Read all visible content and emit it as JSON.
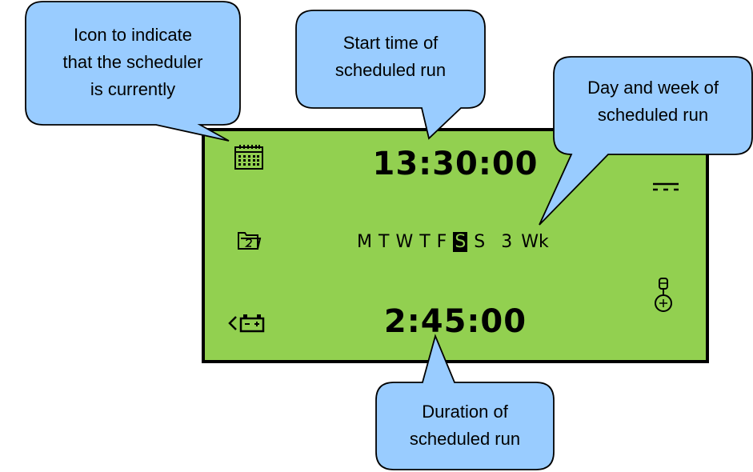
{
  "lcd": {
    "start_time": "13:30:00",
    "duration": "2:45:00",
    "days": [
      {
        "label": "M",
        "selected": false
      },
      {
        "label": "T",
        "selected": false
      },
      {
        "label": "W",
        "selected": false
      },
      {
        "label": "T",
        "selected": false
      },
      {
        "label": "F",
        "selected": false
      },
      {
        "label": "S",
        "selected": true
      },
      {
        "label": "S",
        "selected": false
      }
    ],
    "week_number": "3",
    "week_unit": "Wk",
    "background_color": "#92d050",
    "icons": {
      "top_left": "calendar-icon",
      "mid_left": "folder-2-icon",
      "bottom_left": "battery-icon",
      "top_right": "dc-symbol-icon",
      "bottom_right": "generator-icon"
    }
  },
  "callouts": {
    "scheduler_icon": {
      "lines": [
        "Icon to indicate",
        "that the scheduler",
        "is currently"
      ]
    },
    "start_time": {
      "lines": [
        "Start time of",
        "scheduled run"
      ]
    },
    "day_week": {
      "lines": [
        "Day and week of",
        "scheduled run"
      ]
    },
    "duration": {
      "lines": [
        "Duration of",
        "scheduled run"
      ]
    }
  },
  "colors": {
    "callout_fill": "#99ccff",
    "lcd_green": "#92d050"
  }
}
